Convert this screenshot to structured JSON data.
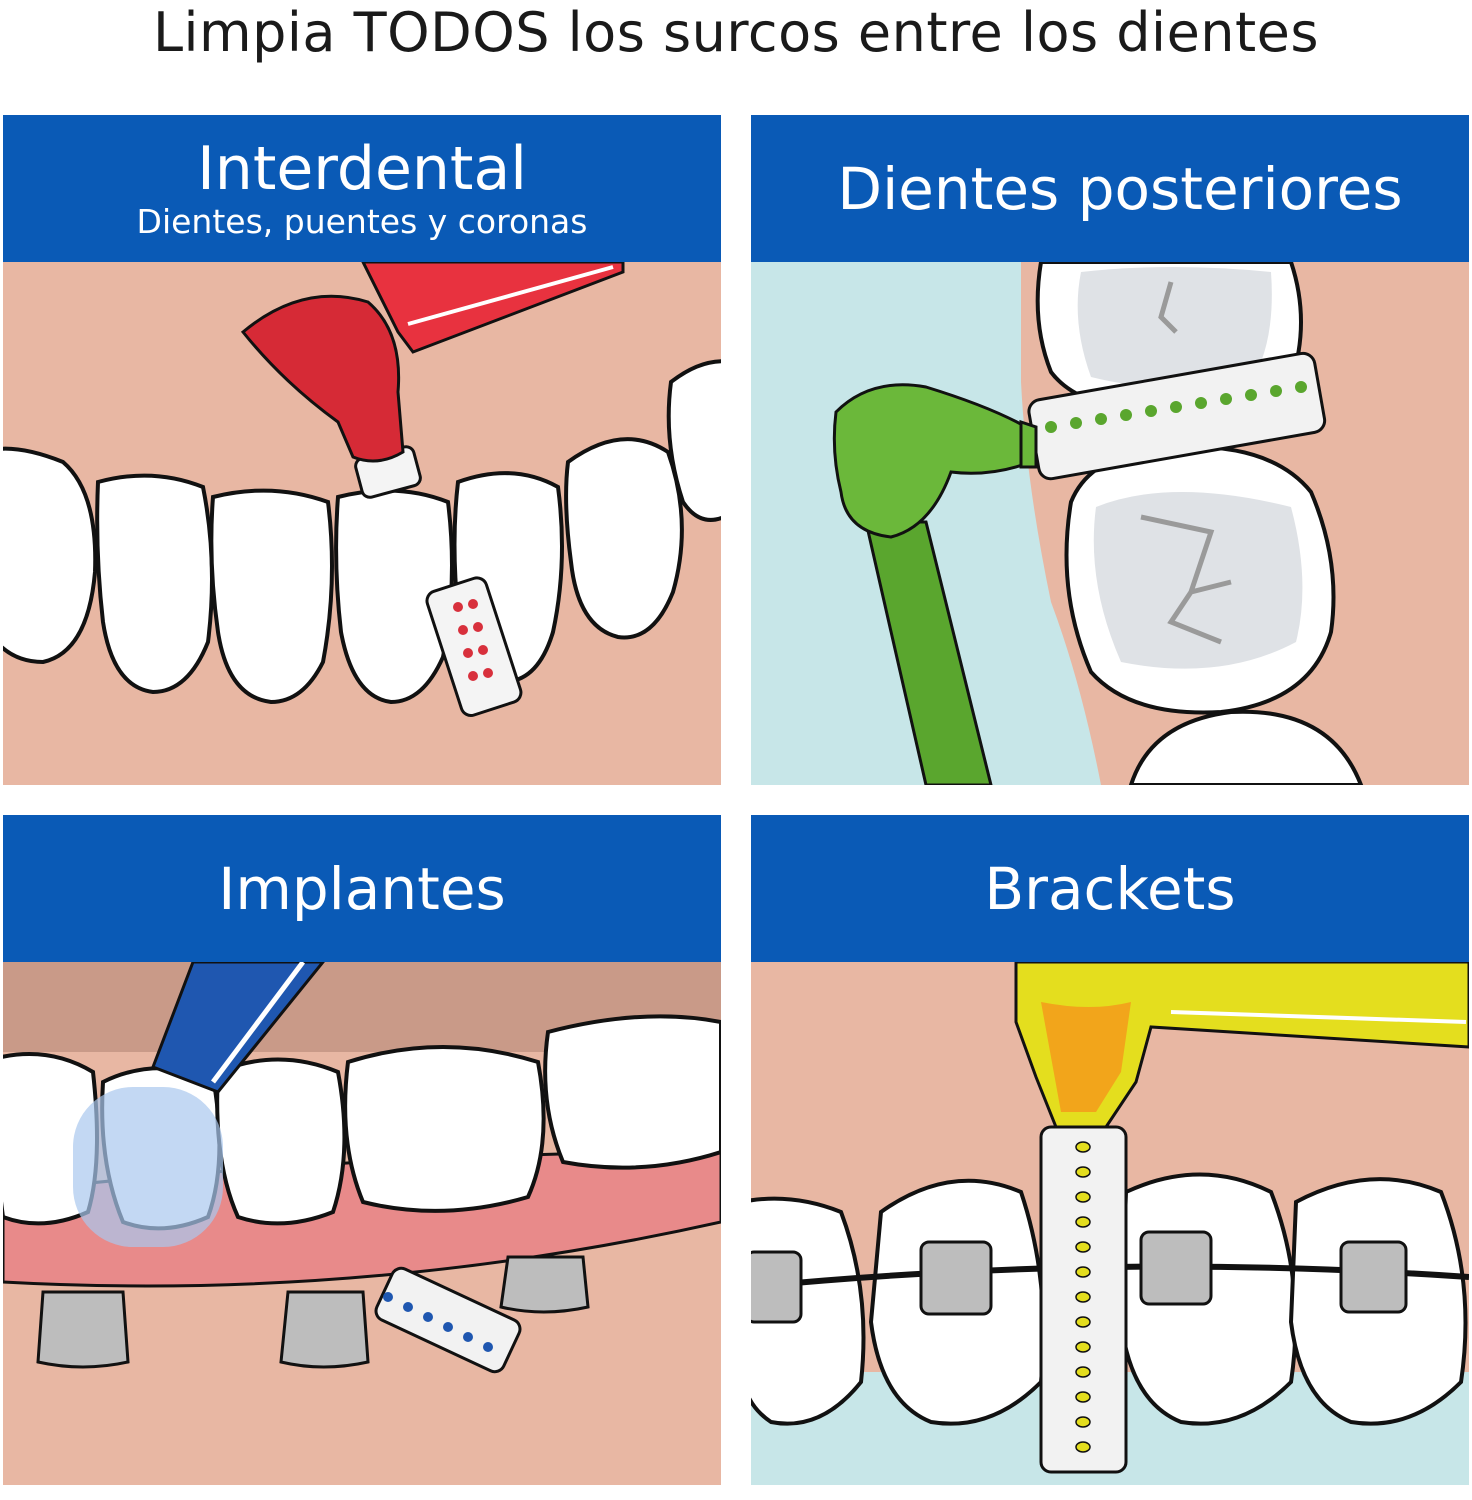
{
  "page": {
    "title": "Limpia TODOS los surcos entre los dientes"
  },
  "panels": [
    {
      "title": "Interdental",
      "subtitle": "Dientes, puentes y coronas",
      "brush_color": "#e8323f"
    },
    {
      "title": "Dientes posteriores",
      "subtitle": "",
      "brush_color": "#5aa62e"
    },
    {
      "title": "Implantes",
      "subtitle": "",
      "brush_color": "#1f57b0"
    },
    {
      "title": "Brackets",
      "subtitle": "",
      "brush_color": "#e4de1e"
    }
  ],
  "colors": {
    "header_blue": "#0a5ab6",
    "gum": "#e8b7a3",
    "background_light_blue": "#c7e6e8",
    "tooth_white": "#ffffff",
    "outline": "#111111"
  }
}
